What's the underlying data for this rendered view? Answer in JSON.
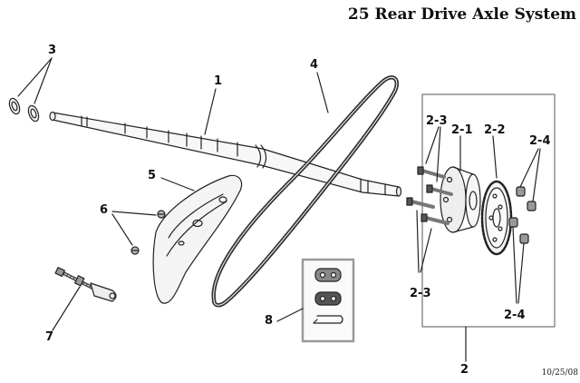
{
  "title": "25 Rear Drive Axle System",
  "date": "10/25/08",
  "callouts": {
    "c3": "3",
    "c1": "1",
    "c4": "4",
    "c5": "5",
    "c6": "6",
    "c7": "7",
    "c8": "8",
    "c2_3_top": "2-3",
    "c2_1": "2-1",
    "c2_2": "2-2",
    "c2_4_top": "2-4",
    "c2_3_bottom": "2-3",
    "c2_4_bottom": "2-4",
    "c2": "2"
  }
}
